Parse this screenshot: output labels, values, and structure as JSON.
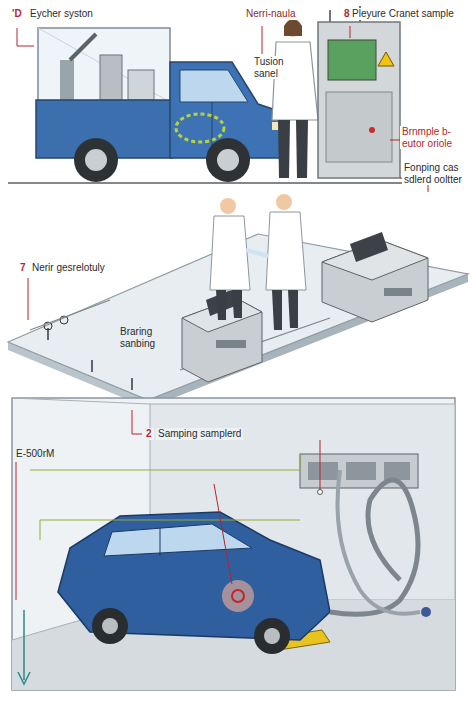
{
  "diagram": {
    "labels": [
      "'D",
      "Eycher syston",
      "Nerri-naula",
      "8",
      "Pleyure Cranet sample",
      "Tusion sanel",
      "Brnmple b-eutor oriole",
      "Fonping cas sdlerd ooltter",
      "7",
      "Nerir gesrelotuly",
      "Braring sanbing",
      "E-500rM",
      "2",
      "Samping samplerd"
    ]
  }
}
